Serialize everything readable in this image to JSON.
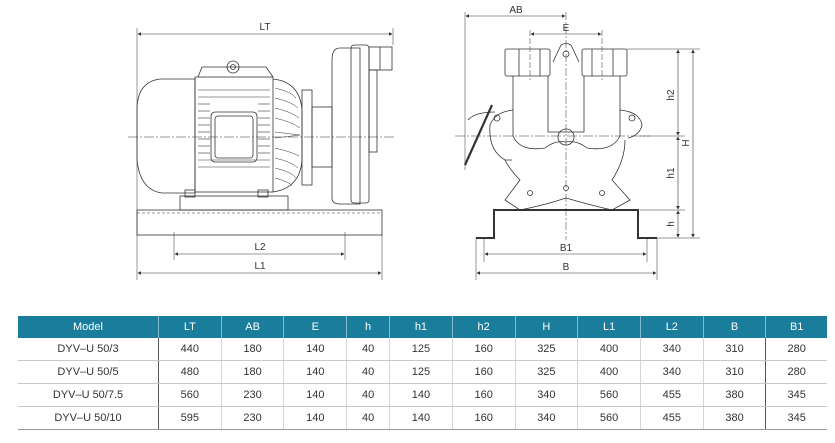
{
  "drawing": {
    "side_view": {
      "labels": {
        "LT": "LT",
        "L2": "L2",
        "L1": "L1"
      }
    },
    "front_view": {
      "labels": {
        "AB": "AB",
        "E": "E",
        "h2": "h2",
        "H": "H",
        "h1": "h1",
        "h": "h",
        "B1": "B1",
        "B": "B"
      }
    }
  },
  "table": {
    "header_color": "#1a7d9b",
    "columns": [
      "Model",
      "LT",
      "AB",
      "E",
      "h",
      "h1",
      "h2",
      "H",
      "L1",
      "L2",
      "B",
      "B1"
    ],
    "rows": [
      [
        "DYV–U 50/3",
        "440",
        "180",
        "140",
        "40",
        "125",
        "160",
        "325",
        "400",
        "340",
        "310",
        "280"
      ],
      [
        "DYV–U 50/5",
        "480",
        "180",
        "140",
        "40",
        "125",
        "160",
        "325",
        "400",
        "340",
        "310",
        "280"
      ],
      [
        "DYV–U 50/7.5",
        "560",
        "230",
        "140",
        "40",
        "140",
        "160",
        "340",
        "560",
        "455",
        "380",
        "345"
      ],
      [
        "DYV–U 50/10",
        "595",
        "230",
        "140",
        "40",
        "140",
        "160",
        "340",
        "560",
        "455",
        "380",
        "345"
      ]
    ]
  }
}
